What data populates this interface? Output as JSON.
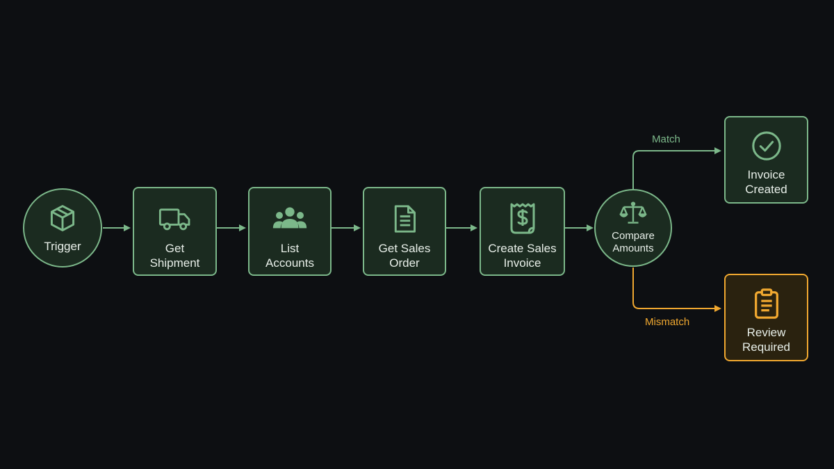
{
  "colors": {
    "background": "#0d0f12",
    "node_border": "#7cb88a",
    "node_fill": "#1b2b20",
    "warning": "#f0a830",
    "warning_fill": "#2a220f",
    "text": "#e8efe9"
  },
  "nodes": {
    "trigger": {
      "line1": "Trigger",
      "icon": "box-icon"
    },
    "get_shipment": {
      "line1": "Get",
      "line2": "Shipment",
      "icon": "truck-icon"
    },
    "list_accounts": {
      "line1": "List",
      "line2": "Accounts",
      "icon": "users-icon"
    },
    "get_sales_order": {
      "line1": "Get Sales",
      "line2": "Order",
      "icon": "document-icon"
    },
    "create_sales_invoice": {
      "line1": "Create Sales",
      "line2": "Invoice",
      "icon": "receipt-icon"
    },
    "compare_amounts": {
      "line1": "Compare",
      "line2": "Amounts",
      "icon": "scale-icon"
    },
    "invoice_created": {
      "line1": "Invoice",
      "line2": "Created",
      "icon": "check-circle-icon"
    },
    "review_required": {
      "line1": "Review",
      "line2": "Required",
      "icon": "clipboard-icon"
    }
  },
  "edges": {
    "match_label": "Match",
    "mismatch_label": "Mismatch"
  }
}
